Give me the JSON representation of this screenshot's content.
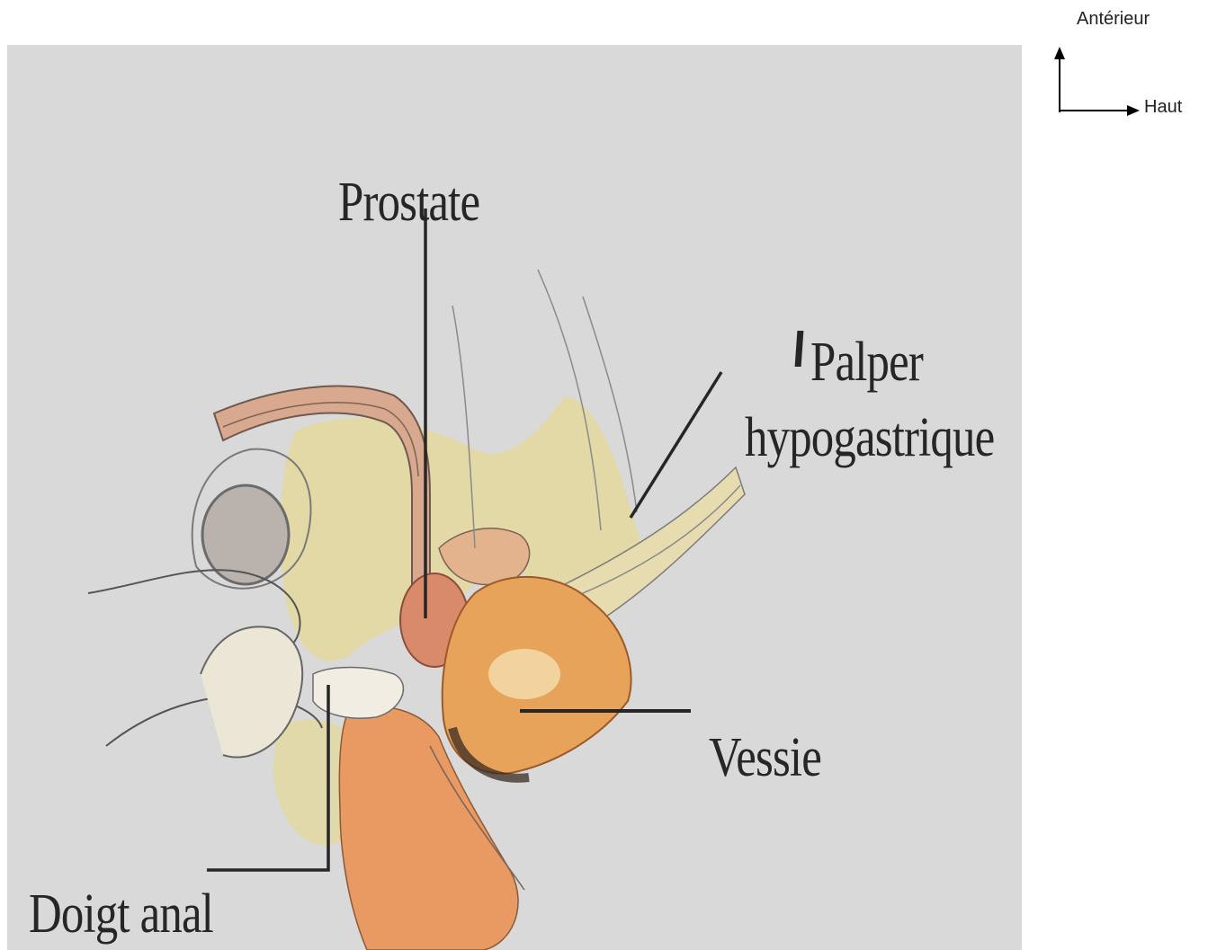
{
  "orientation": {
    "anterior": "Antérieur",
    "superior": "Haut"
  },
  "labels": {
    "prostate": "Prostate",
    "palper_line1": "Palper",
    "palper_line2": "hypogastrique",
    "vessie": "Vessie",
    "doigt_anal": "Doigt anal"
  },
  "colors": {
    "panel_background": "#d9d9d9",
    "bladder": "#e8a35a",
    "prostate": "#d98a6b",
    "fat": "#e8d98a",
    "leader_lines": "#262626"
  }
}
